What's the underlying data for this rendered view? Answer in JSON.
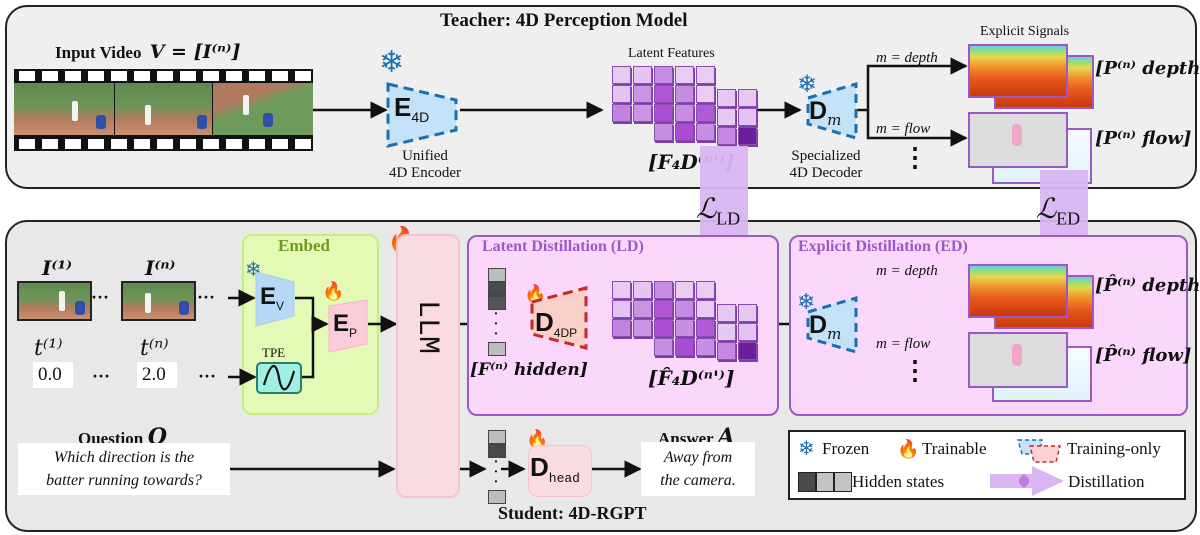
{
  "teacher": {
    "title": "Teacher: 4D Perception Model",
    "input_video_label": "Input Video",
    "input_video_math": "V = [I⁽ⁿ⁾]",
    "encoder": {
      "symbol": "E",
      "subscript": "4D",
      "caption_line1": "Unified",
      "caption_line2": "4D Encoder",
      "state": "frozen"
    },
    "latent_features_label": "Latent Features",
    "latent_features_math": "[F₄D⁽ⁿ'⁾]",
    "decoder": {
      "symbol": "D",
      "subscript": "m",
      "caption_line1": "Specialized",
      "caption_line2": "4D Decoder",
      "state": "frozen"
    },
    "explicit_signals_label": "Explicit Signals",
    "branch_depth": "m = depth",
    "branch_flow": "m = flow",
    "ellipsis": "⋮",
    "output_depth_math": "[P⁽ⁿ⁾ depth]",
    "output_flow_math": "[P⁽ⁿ⁾ flow]"
  },
  "losses": {
    "ld": "ℒ",
    "ld_sub": "LD",
    "ed": "ℒ",
    "ed_sub": "ED"
  },
  "student": {
    "title": "Student: 4D-RGPT",
    "frame_first_label": "I⁽¹⁾",
    "frame_n_label": "I⁽ⁿ⁾",
    "time_first_label": "t⁽¹⁾",
    "time_n_label": "t⁽ⁿ⁾",
    "time_first_value": "0.0",
    "time_n_value": "2.0",
    "dots": "···",
    "embed": {
      "title": "Embed",
      "vision_encoder": {
        "symbol": "E",
        "subscript": "V",
        "state": "frozen"
      },
      "tpe_label": "TPE",
      "projector": {
        "symbol": "E",
        "subscript": "P",
        "state": "trainable"
      }
    },
    "llm": {
      "label": "LLM",
      "state": "trainable"
    },
    "latent_distillation": {
      "title": "Latent Distillation (LD)",
      "hidden_math": "[F⁽ⁿ⁾ hidden]",
      "decoder": {
        "symbol": "D",
        "subscript": "4DP",
        "state": "trainable"
      },
      "pred_math": "[F̂₄D⁽ⁿ'⁾]"
    },
    "explicit_distillation": {
      "title": "Explicit Distillation (ED)",
      "decoder": {
        "symbol": "D",
        "subscript": "m",
        "state": "frozen"
      },
      "branch_depth": "m = depth",
      "branch_flow": "m = flow",
      "ellipsis": "⋮",
      "pred_depth_math": "[P̂⁽ⁿ⁾ depth]",
      "pred_flow_math": "[P̂⁽ⁿ⁾ flow]"
    },
    "question": {
      "label": "Question",
      "symbol": "Q",
      "line1": "Which direction is the",
      "line2": "batter running towards?"
    },
    "head": {
      "symbol": "D",
      "subscript": "head",
      "state": "trainable"
    },
    "answer": {
      "label": "Answer",
      "symbol": "A",
      "line1": "Away from",
      "line2": "the camera."
    }
  },
  "legend": {
    "frozen": "Frozen",
    "trainable": "Trainable",
    "training_only": "Training-only",
    "hidden_states": "Hidden states",
    "distillation": "Distillation"
  },
  "colors": {
    "frozen_blue": "#1b6fb0",
    "trainable_red": "#c0110f",
    "embed_green": "#e4f9b6",
    "distill_purple": "#d9b6f2",
    "panel_pink": "#fbd8fb"
  },
  "latent_grid": {
    "shades": [
      [
        "#e7c9f2",
        "#e5c6f2",
        "#c98ce3",
        "#e8ccf3",
        "#e8ccf3",
        null,
        null
      ],
      [
        "#e3c3f1",
        "#c994e2",
        "#b155d7",
        "#c68ce2",
        "#e8ccf3",
        "#e6c9f2",
        "#e6c9f2"
      ],
      [
        "#c282df",
        "#cc94e5",
        "#ad4fd5",
        "#c98ee2",
        "#b05ad6",
        "#e6c9f2",
        "#e3c3f1"
      ],
      [
        null,
        null,
        "#c88ee2",
        "#a94cd3",
        "#c68fe2",
        "#c687e2",
        "#6b1f9a"
      ]
    ]
  }
}
